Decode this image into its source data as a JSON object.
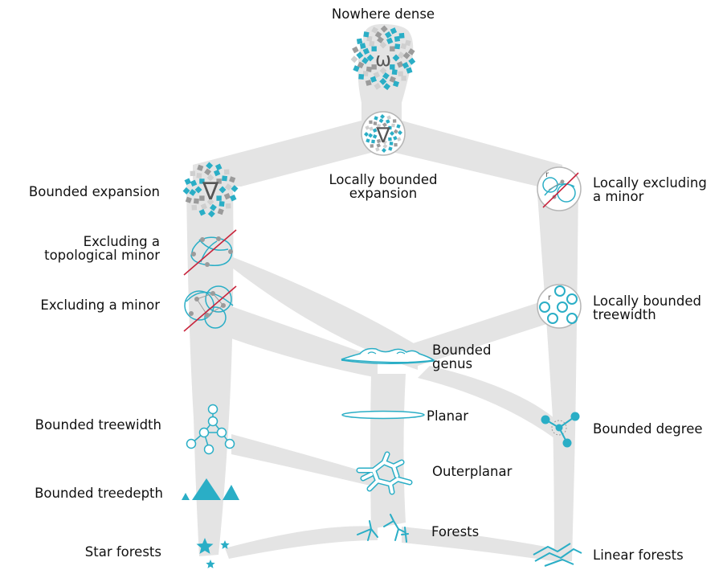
{
  "colors": {
    "band": "#e4e4e4",
    "accent": "#2aaec6",
    "gray": "#9b9b9b",
    "slash": "#c8243c"
  },
  "nodes": {
    "nowhere_dense": "Nowhere dense",
    "locally_bounded_expansion": "Locally bounded\nexpansion",
    "bounded_expansion": "Bounded expansion",
    "locally_excluding_minor": "Locally excluding\na minor",
    "excluding_topological_minor": "Excluding a\ntopological minor",
    "excluding_minor": "Excluding a minor",
    "locally_bounded_treewidth": "Locally bounded\ntreewidth",
    "bounded_genus": "Bounded\ngenus",
    "planar": "Planar",
    "bounded_treewidth": "Bounded treewidth",
    "bounded_degree": "Bounded degree",
    "outerplanar": "Outerplanar",
    "bounded_treedepth": "Bounded treedepth",
    "forests": "Forests",
    "star_forests": "Star forests",
    "linear_forests": "Linear forests"
  },
  "icons": {
    "nowhere_dense": "omega-mosaic-icon",
    "locally_bounded_expansion": "nabla-circle-icon",
    "bounded_expansion": "nabla-mosaic-icon",
    "locally_excluding_minor": "crossed-local-minor-icon",
    "excluding_topological_minor": "crossed-topological-minor-icon",
    "excluding_minor": "crossed-minor-icon",
    "locally_bounded_treewidth": "local-treewidth-icon",
    "bounded_genus": "genus-surface-icon",
    "planar": "plane-icon",
    "bounded_treewidth": "tree-decomposition-icon",
    "bounded_degree": "degree-star-icon",
    "outerplanar": "outerplanar-tree-icon",
    "bounded_treedepth": "triangles-icon",
    "forests": "forest-icon",
    "star_forests": "stars-icon",
    "linear_forests": "zigzag-lines-icon"
  },
  "icon_text": {
    "omega": "ω",
    "nabla": "∇",
    "radius": "r"
  }
}
